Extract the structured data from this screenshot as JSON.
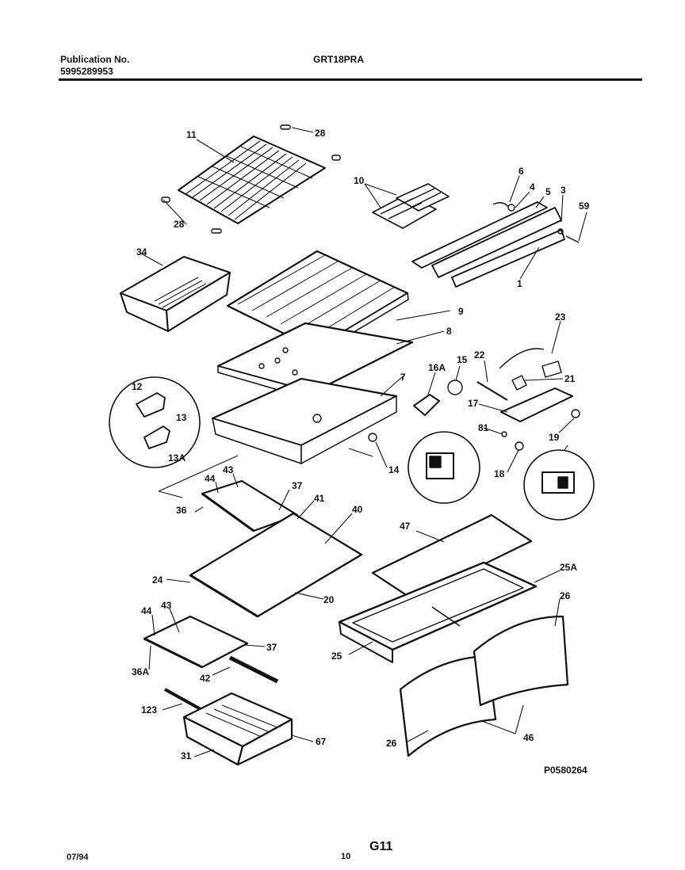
{
  "header": {
    "publication_label": "Publication No.",
    "publication_number": "5995289953",
    "model": "GRT18PRA"
  },
  "diagram": {
    "part_labels": [
      "11",
      "28",
      "28",
      "10",
      "6",
      "4",
      "5",
      "3",
      "59",
      "1",
      "34",
      "9",
      "8",
      "23",
      "22",
      "15",
      "16A",
      "21",
      "12",
      "13",
      "13A",
      "7",
      "17",
      "81",
      "19",
      "14",
      "18",
      "44",
      "43",
      "37",
      "36",
      "41",
      "40",
      "47",
      "25A",
      "24",
      "20",
      "26",
      "44",
      "43",
      "37",
      "36A",
      "42",
      "25",
      "123",
      "67",
      "31",
      "26",
      "46"
    ],
    "figure_id": "P0580264"
  },
  "footer": {
    "date": "07/94",
    "page_number": "10",
    "page_id": "G11"
  }
}
